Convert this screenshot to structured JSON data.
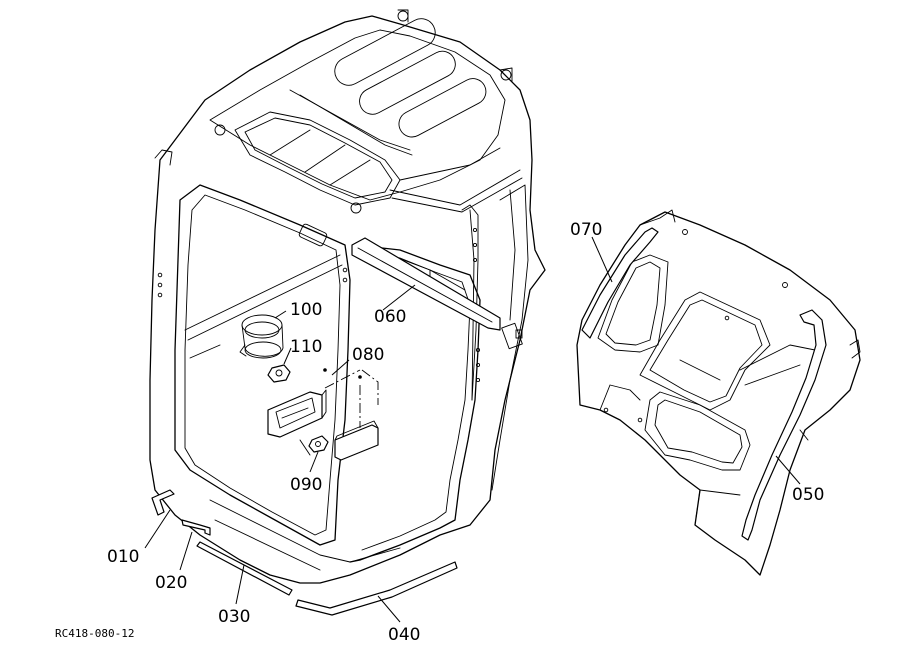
{
  "diagram": {
    "reference_code": "RC418-080-12",
    "callouts": [
      {
        "id": "010",
        "label": "010"
      },
      {
        "id": "020",
        "label": "020"
      },
      {
        "id": "030",
        "label": "030"
      },
      {
        "id": "040",
        "label": "040"
      },
      {
        "id": "050",
        "label": "050"
      },
      {
        "id": "060",
        "label": "060"
      },
      {
        "id": "070",
        "label": "070"
      },
      {
        "id": "080",
        "label": "080"
      },
      {
        "id": "090",
        "label": "090"
      },
      {
        "id": "100",
        "label": "100"
      },
      {
        "id": "110",
        "label": "110"
      }
    ]
  }
}
